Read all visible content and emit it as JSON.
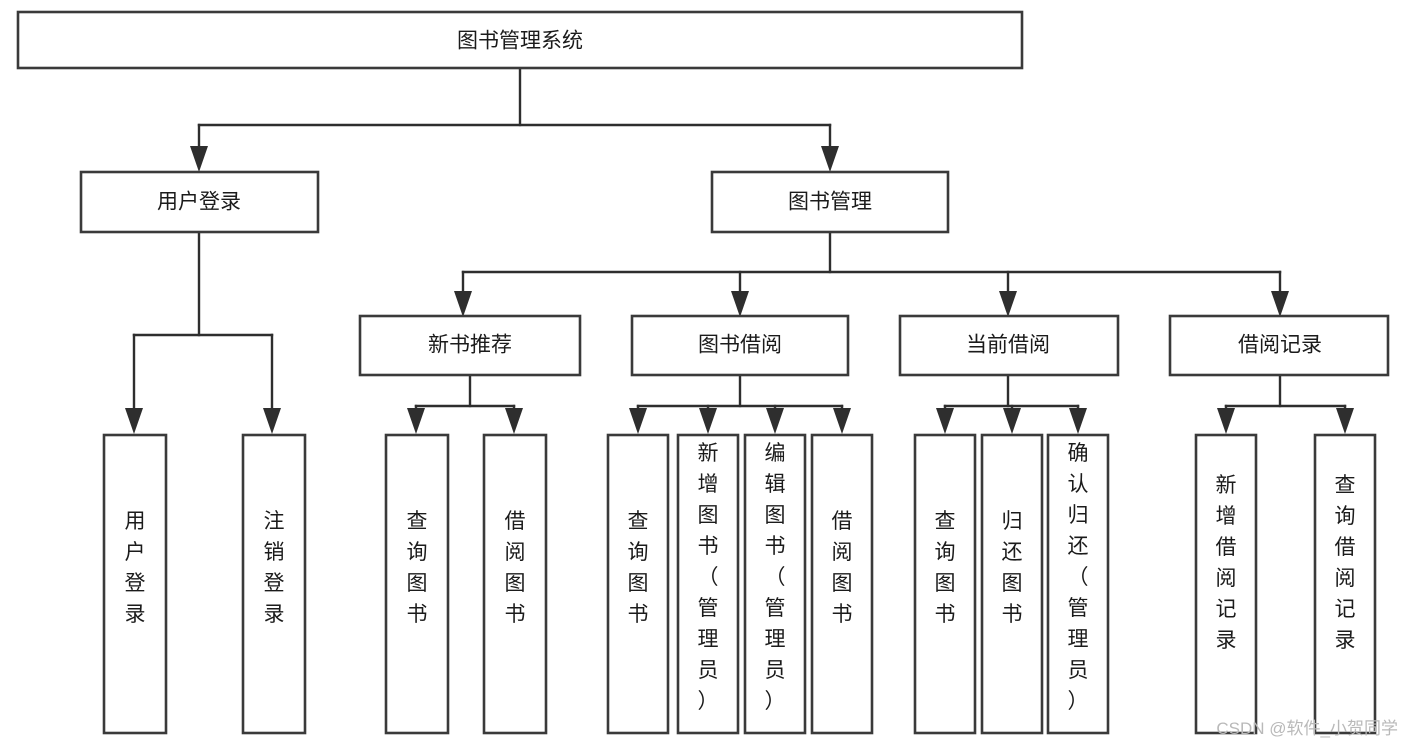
{
  "diagram": {
    "type": "tree-hierarchy",
    "title": "图书管理系统",
    "orientation": "top-down",
    "nodes": {
      "root": {
        "label": "图书管理系统",
        "level": 0
      },
      "level1": [
        {
          "id": "user-login",
          "label": "用户登录"
        },
        {
          "id": "book-manage",
          "label": "图书管理"
        }
      ],
      "level2": [
        {
          "id": "new-book-recommend",
          "label": "新书推荐",
          "parent": "book-manage"
        },
        {
          "id": "book-borrow",
          "label": "图书借阅",
          "parent": "book-manage"
        },
        {
          "id": "current-borrow",
          "label": "当前借阅",
          "parent": "book-manage"
        },
        {
          "id": "borrow-record",
          "label": "借阅记录",
          "parent": "book-manage"
        }
      ],
      "leaves": [
        {
          "id": "leaf-user-login",
          "label": "用户登录",
          "parent": "user-login"
        },
        {
          "id": "leaf-logout",
          "label": "注销登录",
          "parent": "user-login"
        },
        {
          "id": "leaf-query-book-1",
          "label": "查询图书",
          "parent": "new-book-recommend"
        },
        {
          "id": "leaf-borrow-book-1",
          "label": "借阅图书",
          "parent": "new-book-recommend"
        },
        {
          "id": "leaf-query-book-2",
          "label": "查询图书",
          "parent": "book-borrow"
        },
        {
          "id": "leaf-add-book",
          "label": "新增图书（管理员）",
          "parent": "book-borrow"
        },
        {
          "id": "leaf-edit-book",
          "label": "编辑图书（管理员）",
          "parent": "book-borrow"
        },
        {
          "id": "leaf-borrow-book-2",
          "label": "借阅图书",
          "parent": "book-borrow"
        },
        {
          "id": "leaf-query-book-3",
          "label": "查询图书",
          "parent": "current-borrow"
        },
        {
          "id": "leaf-return-book",
          "label": "归还图书",
          "parent": "current-borrow"
        },
        {
          "id": "leaf-confirm-return",
          "label": "确认归还（管理员）",
          "parent": "current-borrow"
        },
        {
          "id": "leaf-add-record",
          "label": "新增借阅记录",
          "parent": "borrow-record"
        },
        {
          "id": "leaf-query-record",
          "label": "查询借阅记录",
          "parent": "borrow-record"
        }
      ]
    },
    "colors": {
      "box_stroke": "#3a3a3a",
      "box_fill": "#ffffff",
      "connector": "#2e2e2e",
      "text": "#1b1b1b",
      "background": "#ffffff",
      "watermark": "#b9b9b9"
    }
  },
  "watermark": {
    "text": "CSDN @软件_小贺同学"
  }
}
